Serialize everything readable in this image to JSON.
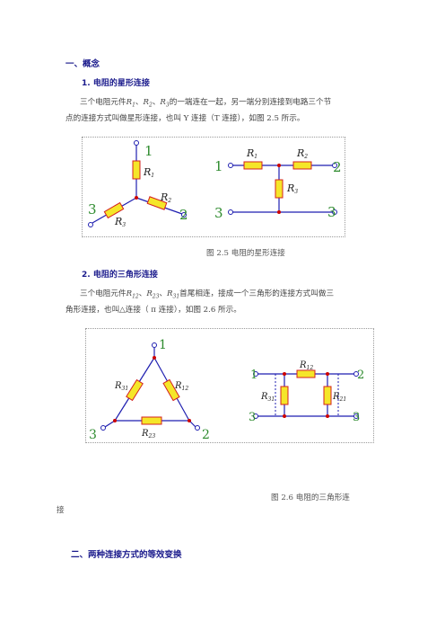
{
  "section1": {
    "title": "一、概念"
  },
  "sub1": {
    "title": "1.  电阻的星形连接",
    "para": {
      "pre": "三个电阻元件",
      "r1": "R",
      "r1_sub": "1",
      "sep1": "、",
      "r2": "R",
      "r2_sub": "2",
      "sep2": "、",
      "r3": "R",
      "r3_sub": "3",
      "line1_rest": "的一端连在一起，另一端分别连接到电路三个节",
      "line2": "点的连接方式叫做星形连接，也叫 Y 连接（T 连接），如图 2.5 所示。"
    },
    "caption": "图 2.5  电阻的星形连接"
  },
  "sub2": {
    "title": "2.  电阻的三角形连接",
    "para": {
      "pre": "三个电阻元件",
      "r12": "R",
      "r12_sub": "12",
      "sep1": "、",
      "r23": "R",
      "r23_sub": "23",
      "sep2": "、",
      "r31": "R",
      "r31_sub": "31",
      "line1_rest": "首尾相连，接成一个三角形的连接方式叫做三",
      "line2": "角形连接，也叫△连接（ π 连接），如图 2.6 所示。"
    },
    "caption_line1": "图 2.6  电阻的三角形连",
    "caption_line2": "接"
  },
  "section2": {
    "title": "二、两种连接方式的等效变换"
  },
  "fig25": {
    "star": {
      "n1": "1",
      "n2": "2",
      "n3": "3",
      "R1": "R",
      "R1s": "1",
      "R2": "R",
      "R2s": "2",
      "R3": "R",
      "R3s": "3"
    },
    "tee": {
      "n1": "1",
      "n2": "2",
      "n3l": "3",
      "n3r": "3",
      "R1": "R",
      "R1s": "1",
      "R2": "R",
      "R2s": "2",
      "R3": "R",
      "R3s": "3"
    }
  },
  "fig26": {
    "delta": {
      "n1": "1",
      "n2": "2",
      "n3": "3",
      "R31": "R",
      "R31s": "31",
      "R12": "R",
      "R12s": "12",
      "R23": "R",
      "R23s": "23"
    },
    "pi": {
      "n1": "1",
      "n2": "2",
      "n3l": "3",
      "n3r": "3",
      "R12": "R",
      "R12s": "12",
      "R31": "R",
      "R31s": "31",
      "R21": "R",
      "R21s": "21"
    }
  },
  "colors": {
    "heading": "#1a1a8c",
    "wire": "#1f1fb0",
    "node": "#cc0000",
    "resistor_fill": "#f5e629",
    "resistor_edge": "#d42020",
    "node_label": "#2e8b2e"
  }
}
